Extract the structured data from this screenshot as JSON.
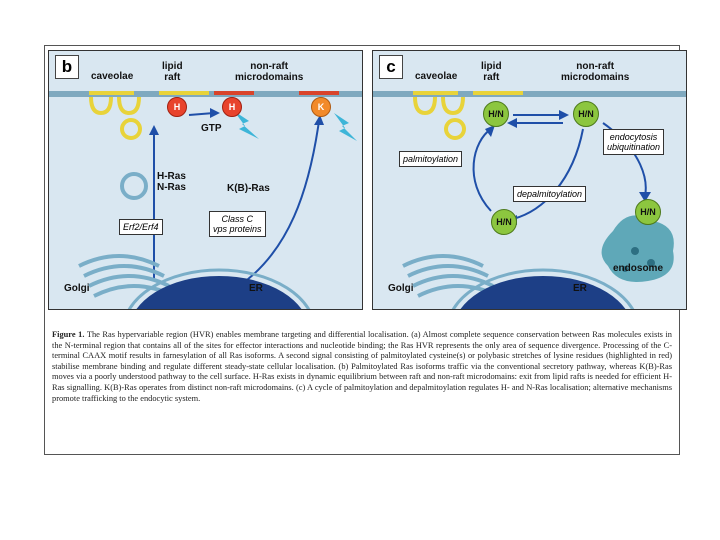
{
  "panel_b": {
    "letter": "b",
    "label_caveolae": "caveolae",
    "label_lipid_raft": "lipid\nraft",
    "label_nonraft": "non-raft\nmicrodomains",
    "ras_h1": "H",
    "ras_h2": "H",
    "ras_k": "K",
    "label_gtp": "GTP",
    "label_hras_nras": "H-Ras\nN-Ras",
    "label_kbras": "K(B)-Ras",
    "box_erf": "Erf2/Erf4",
    "box_classc": "Class C\nvps proteins",
    "label_golgi": "Golgi",
    "label_er": "ER"
  },
  "panel_c": {
    "letter": "c",
    "label_caveolae": "caveolae",
    "label_lipid_raft": "lipid\nraft",
    "label_nonraft": "non-raft\nmicrodomains",
    "ras_hn1": "H/N",
    "ras_hn2": "H/N",
    "ras_hn3": "H/N",
    "ras_hn4": "H/N",
    "box_palmitoylation": "palmitoylation",
    "box_depalmitoylation": "depalmitoylation",
    "box_endocytosis": "endocytosis\nubiquitination",
    "label_endosome": "endosome",
    "label_golgi": "Golgi",
    "label_er": "ER"
  },
  "caption": {
    "figure_label": "Figure 1.",
    "text": "The Ras hypervariable region (HVR) enables membrane targeting and differential localisation. (a) Almost complete sequence conservation between Ras molecules exists in the N-terminal region that contains all of the sites for effector interactions and nucleotide binding; the Ras HVR represents the only area of sequence divergence. Processing of the C-terminal CAAX motif results in farnesylation of all Ras isoforms. A second signal consisting of palmitoylated cysteine(s) or polybasic stretches of lysine residues (highlighted in red) stabilise membrane binding and regulate different steady-state cellular localisation. (b) Palmitoylated Ras isoforms traffic via the conventional secretory pathway, whereas K(B)-Ras moves via a poorly understood pathway to the cell surface. H-Ras exists in dynamic equilibrium between raft and non-raft microdomains: exit from lipid rafts is needed for efficient H-Ras signalling. K(B)-Ras operates from distinct non-raft microdomains. (c) A cycle of palmitoylation and depalmitoylation regulates H- and N-Ras localisation; alternative mechanisms promote trafficking to the endocytic system."
  },
  "colors": {
    "panel_bg": "#d9e7f1",
    "membrane": "#7fa9bf",
    "caveolae": "#e8d33a",
    "raft": "#e8d33a",
    "nonraft_red": "#d9442b",
    "ras_red": "#e8432c",
    "ras_orange": "#f28a2a",
    "ras_green": "#8cc63f",
    "arrow": "#1f4fa8",
    "nucleus": "#1d3f86",
    "golgi": "#7aaec8"
  }
}
